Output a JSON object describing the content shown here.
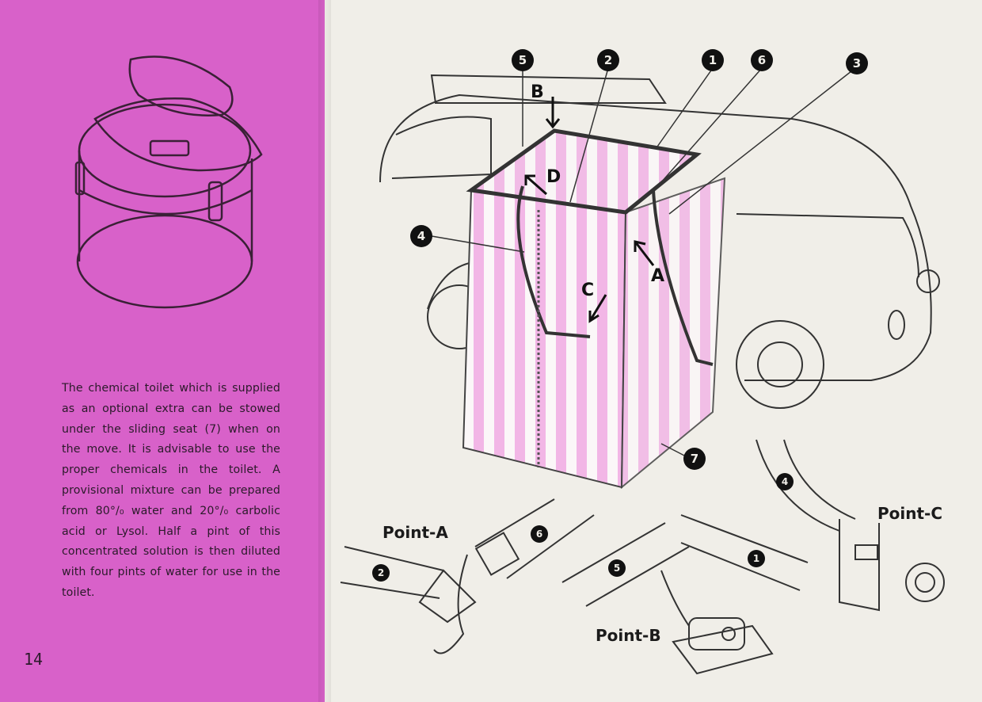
{
  "page_number": "14",
  "body_text": "The chemical toilet which is supplied as an optional extra can be stowed under the sliding seat (7) when on the move. It is advisable to use the proper chemicals in the toilet. A provisional mixture can be prepared from 80°/₀ water and 20°/₀ carbolic acid or Lysol. Half a pint of this concentrated solution is then diluted with four pints of water for use in the toilet.",
  "callouts": {
    "n5": "5",
    "n2": "2",
    "n1": "1",
    "n6": "6",
    "n3": "3",
    "n4": "4",
    "n7": "7"
  },
  "letters": {
    "a": "A",
    "b": "B",
    "c": "C",
    "d": "D"
  },
  "detail_labels": {
    "point_a": "Point-A",
    "point_b": "Point-B",
    "point_c": "Point-C"
  },
  "detail_callouts": {
    "a6": "6",
    "a2": "2",
    "b5": "5",
    "b1": "1",
    "c4": "4"
  }
}
